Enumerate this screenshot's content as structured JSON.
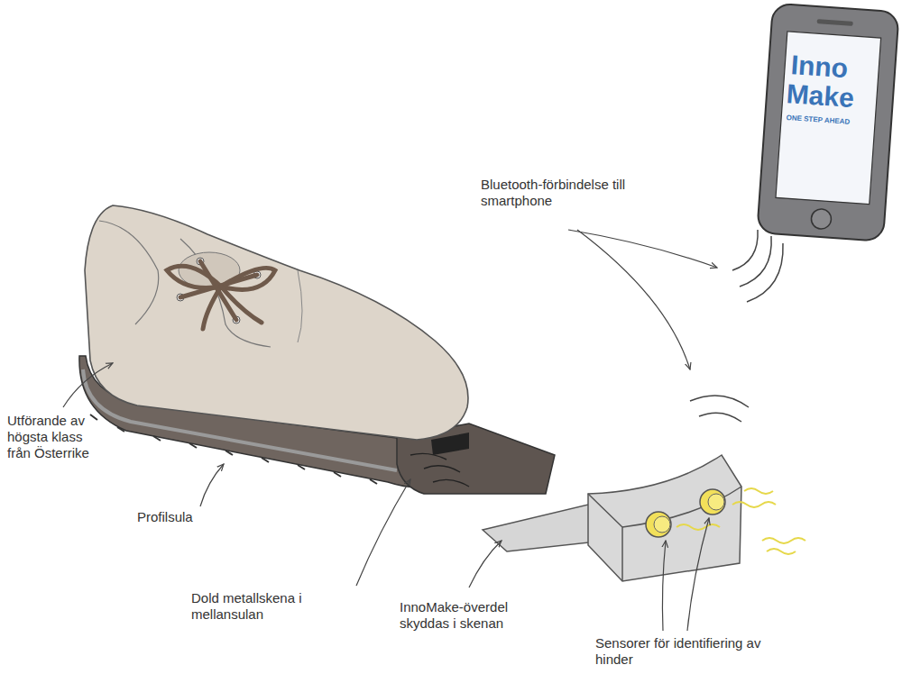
{
  "diagram": {
    "labels": [
      "Bluetooth-förbindelse till smartphone",
      "Utförande av högsta klass från Österrike",
      "Profilsula",
      "Dold metallskena i mellansulan",
      "InnoMake-överdel skyddas i skenan",
      "Sensorer för identifiering av hinder",
      "Inno",
      "Make",
      "ONE STEP AHEAD"
    ]
  }
}
